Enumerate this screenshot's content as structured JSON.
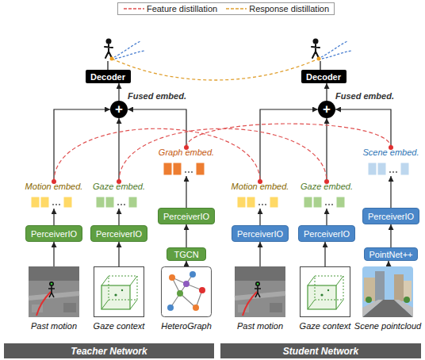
{
  "diagram": {
    "nodes": [
      {
        "text": [
          "Decoder"
        ]
      },
      {
        "text": [
          "Decoder"
        ]
      },
      {
        "text": [
          "+",
          "Fused embed."
        ]
      },
      {
        "text": [
          "+",
          "Fused embed."
        ]
      },
      {
        "text": [
          "Graph embed."
        ]
      },
      {
        "text": [
          "Scene embed."
        ]
      },
      {
        "text": [
          "Motion embed."
        ]
      },
      {
        "text": [
          "Gaze embed."
        ]
      },
      {
        "text": [
          "Motion embed."
        ]
      },
      {
        "text": [
          "Gaze embed."
        ]
      },
      {
        "text": [
          "PerceiverIO"
        ]
      },
      {
        "text": [
          "PerceiverIO"
        ]
      },
      {
        "text": [
          "PerceiverIO"
        ]
      },
      {
        "text": [
          "PerceiverIO"
        ]
      },
      {
        "text": [
          "PerceiverIO"
        ]
      },
      {
        "text": [
          "PerceiverIO"
        ]
      },
      {
        "text": [
          "TGCN"
        ]
      },
      {
        "text": [
          "PointNet++"
        ]
      },
      {
        "text": [
          "Past motion"
        ]
      },
      {
        "text": [
          "Gaze context"
        ]
      },
      {
        "text": [
          "HeteroGraph"
        ]
      },
      {
        "text": [
          "Past motion"
        ]
      },
      {
        "text": [
          "Gaze context"
        ]
      },
      {
        "text": [
          "Scene pointcloud"
        ]
      },
      {
        "text": [
          "Teacher Network"
        ]
      },
      {
        "text": [
          "Student Network"
        ]
      }
    ],
    "edges": [
      {
        "from": 18,
        "to": 10,
        "arrow": "to"
      },
      {
        "from": 19,
        "to": 11,
        "arrow": "to"
      },
      {
        "from": 20,
        "to": 16,
        "arrow": "to"
      },
      {
        "from": 16,
        "to": 12,
        "arrow": "to"
      },
      {
        "from": 21,
        "to": 13,
        "arrow": "to"
      },
      {
        "from": 22,
        "to": 14,
        "arrow": "to"
      },
      {
        "from": 23,
        "to": 17,
        "arrow": "to"
      },
      {
        "from": 17,
        "to": 15,
        "arrow": "to"
      },
      {
        "from": 10,
        "to": 6,
        "arrow": "to"
      },
      {
        "from": 11,
        "to": 7,
        "arrow": "to"
      },
      {
        "from": 12,
        "to": 4,
        "arrow": "to"
      },
      {
        "from": 13,
        "to": 8,
        "arrow": "to"
      },
      {
        "from": 14,
        "to": 9,
        "arrow": "to"
      },
      {
        "from": 15,
        "to": 5,
        "arrow": "to"
      },
      {
        "from": 6,
        "to": 2,
        "arrow": "to"
      },
      {
        "from": 7,
        "to": 2,
        "arrow": "to"
      },
      {
        "from": 4,
        "to": 2,
        "arrow": "to"
      },
      {
        "from": 8,
        "to": 3,
        "arrow": "to"
      },
      {
        "from": 9,
        "to": 3,
        "arrow": "to"
      },
      {
        "from": 5,
        "to": 3,
        "arrow": "to"
      },
      {
        "from": 2,
        "to": 0,
        "arrow": "to"
      },
      {
        "from": 3,
        "to": 1,
        "arrow": "to"
      },
      {
        "from": 6,
        "to": 8,
        "arrow": "none"
      },
      {
        "from": 7,
        "to": 9,
        "arrow": "none"
      },
      {
        "from": 4,
        "to": 5,
        "arrow": "none"
      }
    ],
    "legend": [
      {
        "text": "Feature distillation"
      },
      {
        "text": "Response distillation"
      }
    ]
  }
}
